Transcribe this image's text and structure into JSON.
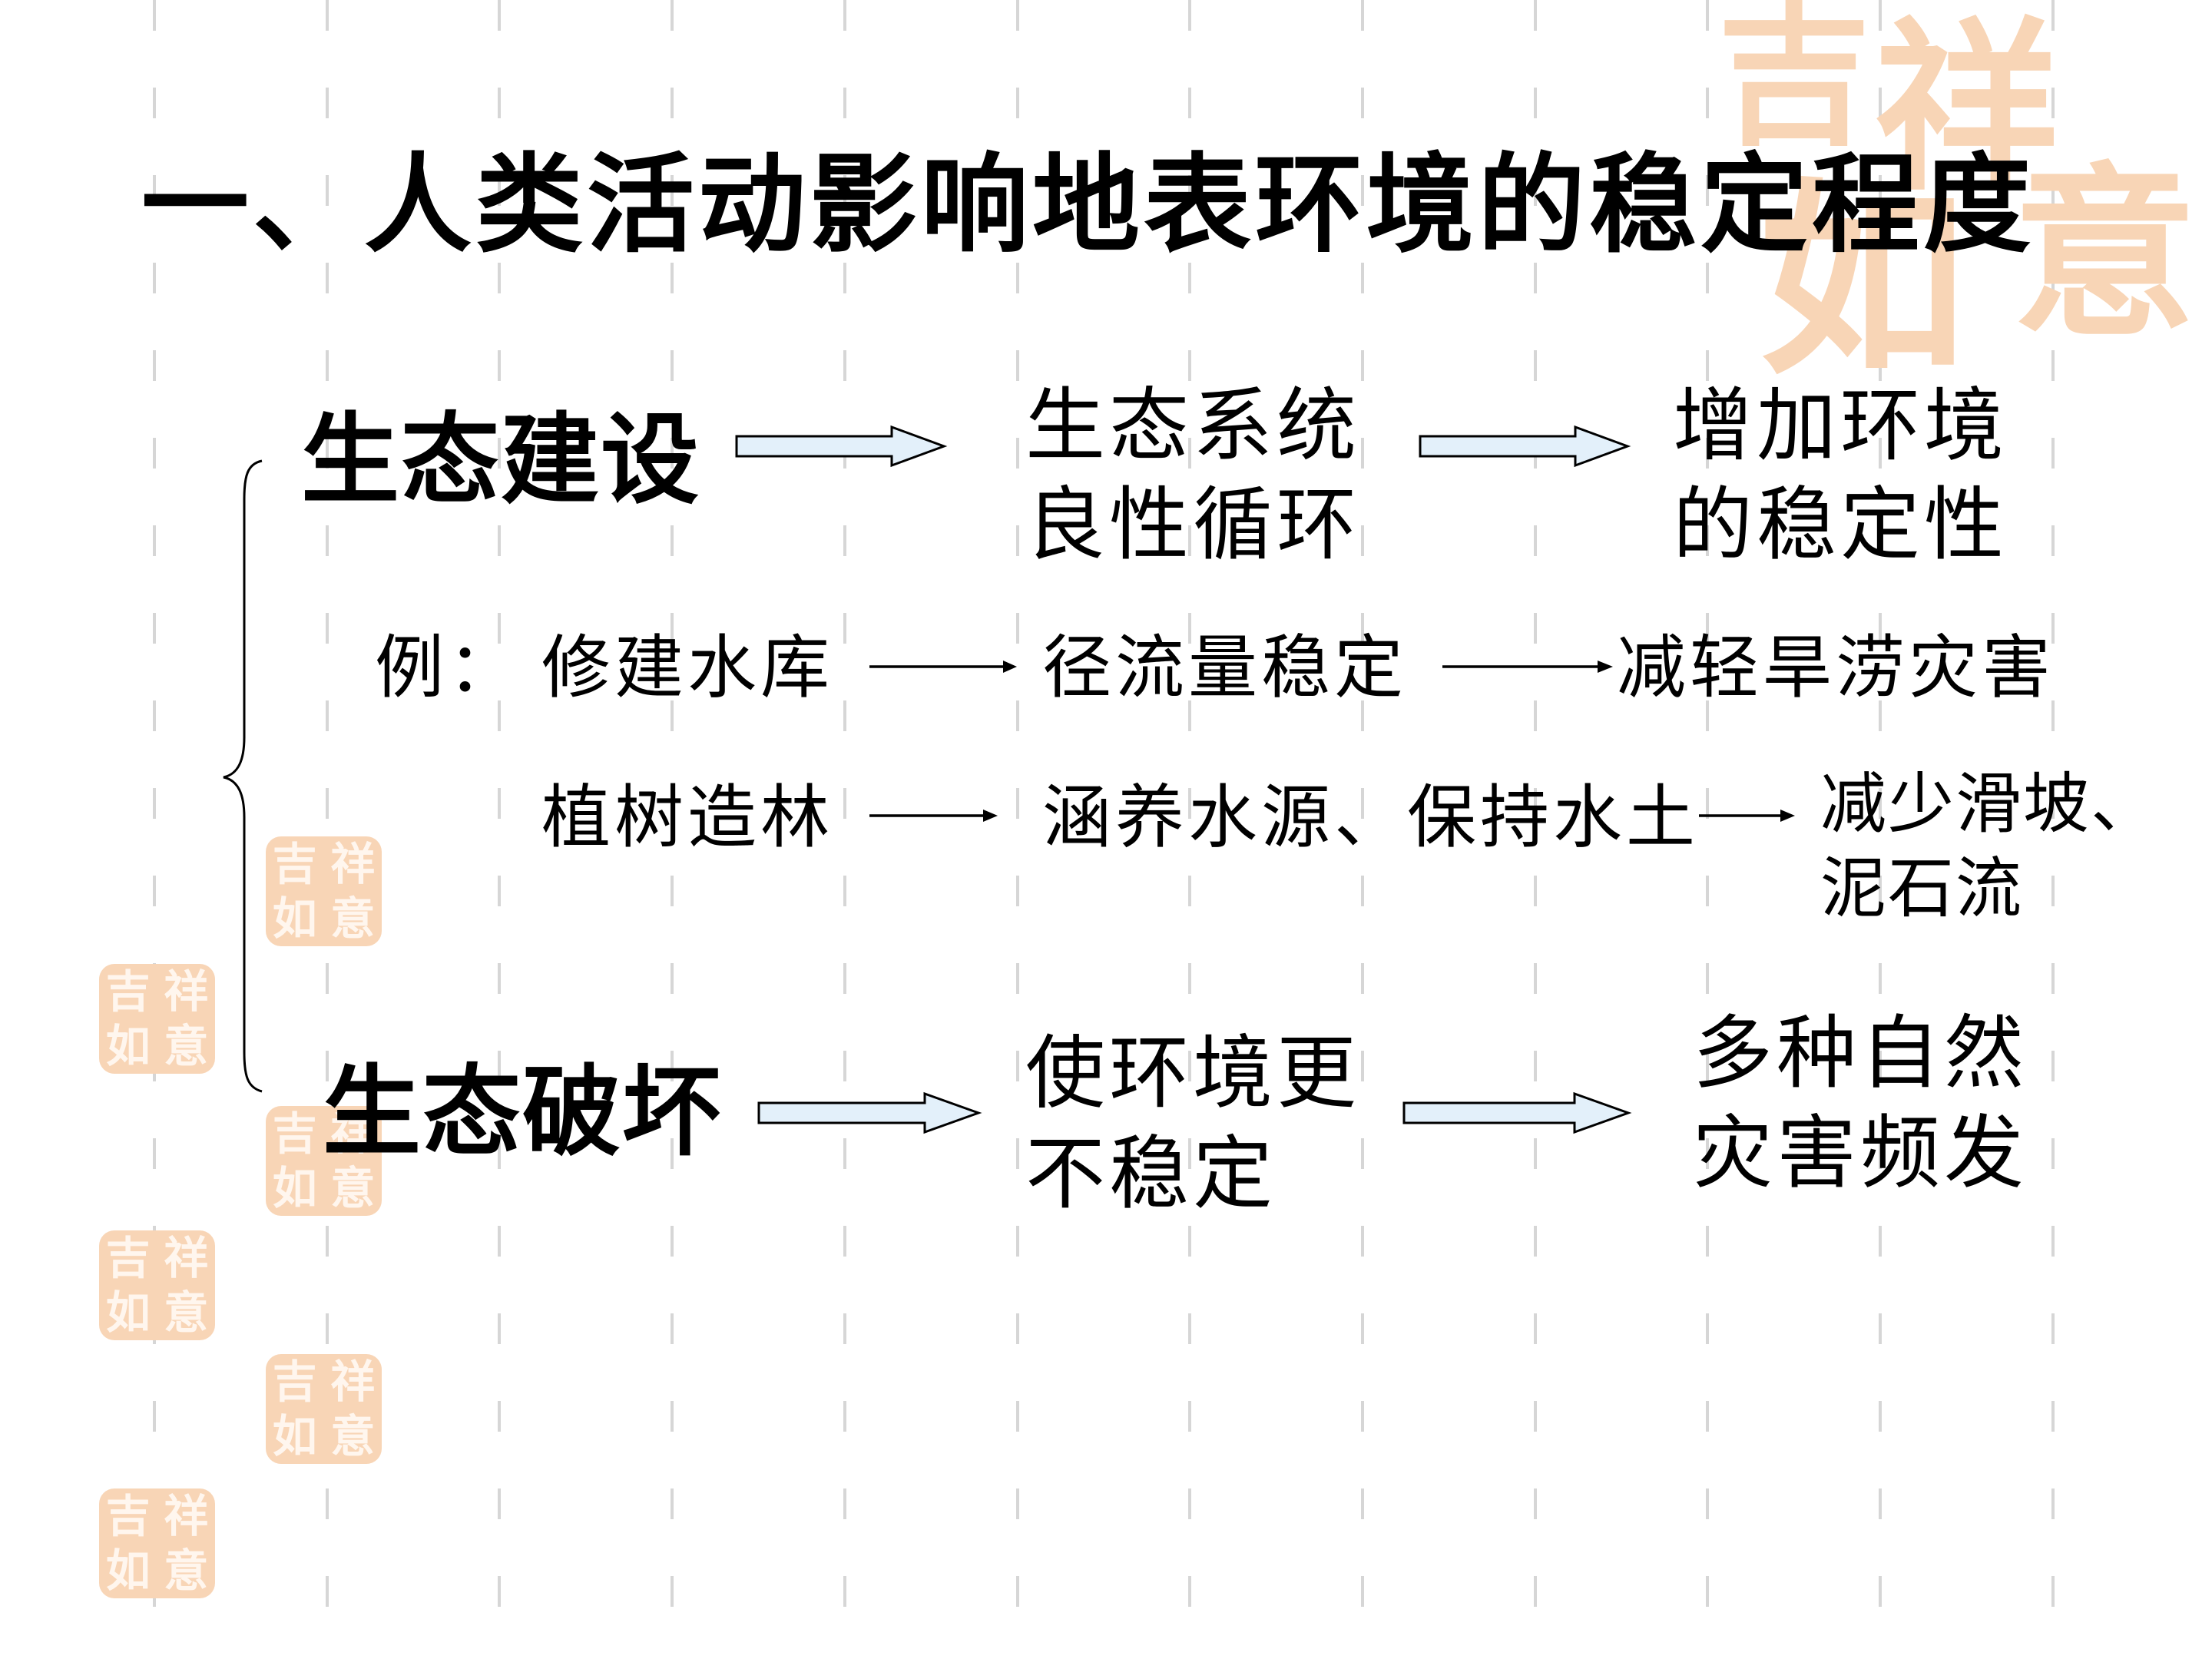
{
  "title": "一、人类活动影响地表环境的稳定程度",
  "construction": {
    "label": "生态建设",
    "effect": [
      "生态系统",
      "良性循环"
    ],
    "outcome": [
      "增加环境",
      "的稳定性"
    ]
  },
  "examples": {
    "prefix": "例：",
    "rows": [
      {
        "measure": "修建水库",
        "effect": "径流量稳定",
        "outcome": [
          "减轻旱涝灾害"
        ]
      },
      {
        "measure": "植树造林",
        "effect": "涵养水源、保持水土",
        "outcome": [
          "减少滑坡、",
          "泥石流"
        ]
      }
    ]
  },
  "destruction": {
    "label": "生态破坏",
    "effect": [
      "使环境更",
      "不稳定"
    ],
    "outcome": [
      "多种自然",
      "灾害频发"
    ]
  },
  "seal": {
    "chars": [
      "吉",
      "祥",
      "如",
      "意"
    ]
  },
  "colors": {
    "text": "#000000",
    "arrow_fill": "#e3f0fa",
    "seal": "#f8d5b6",
    "grid": "#d6d6d6"
  }
}
